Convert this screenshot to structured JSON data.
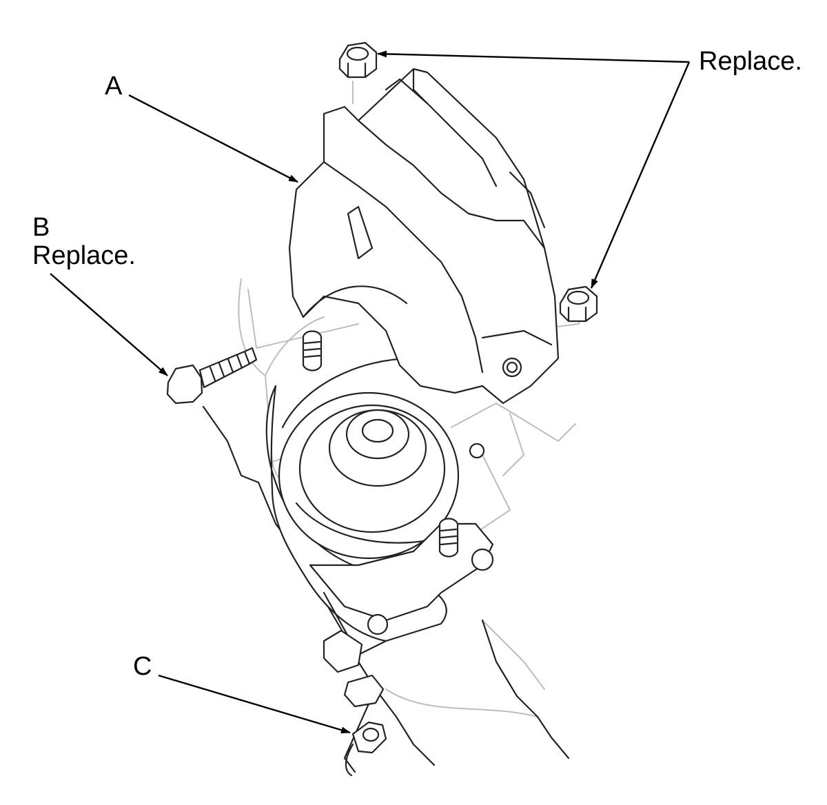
{
  "callouts": {
    "a": "A",
    "b": "B",
    "b_note": "Replace.",
    "nuts_note": "Replace.",
    "c": "C"
  },
  "colors": {
    "line": "#222222",
    "ghost": "#bdbdbd",
    "background": "#ffffff"
  }
}
